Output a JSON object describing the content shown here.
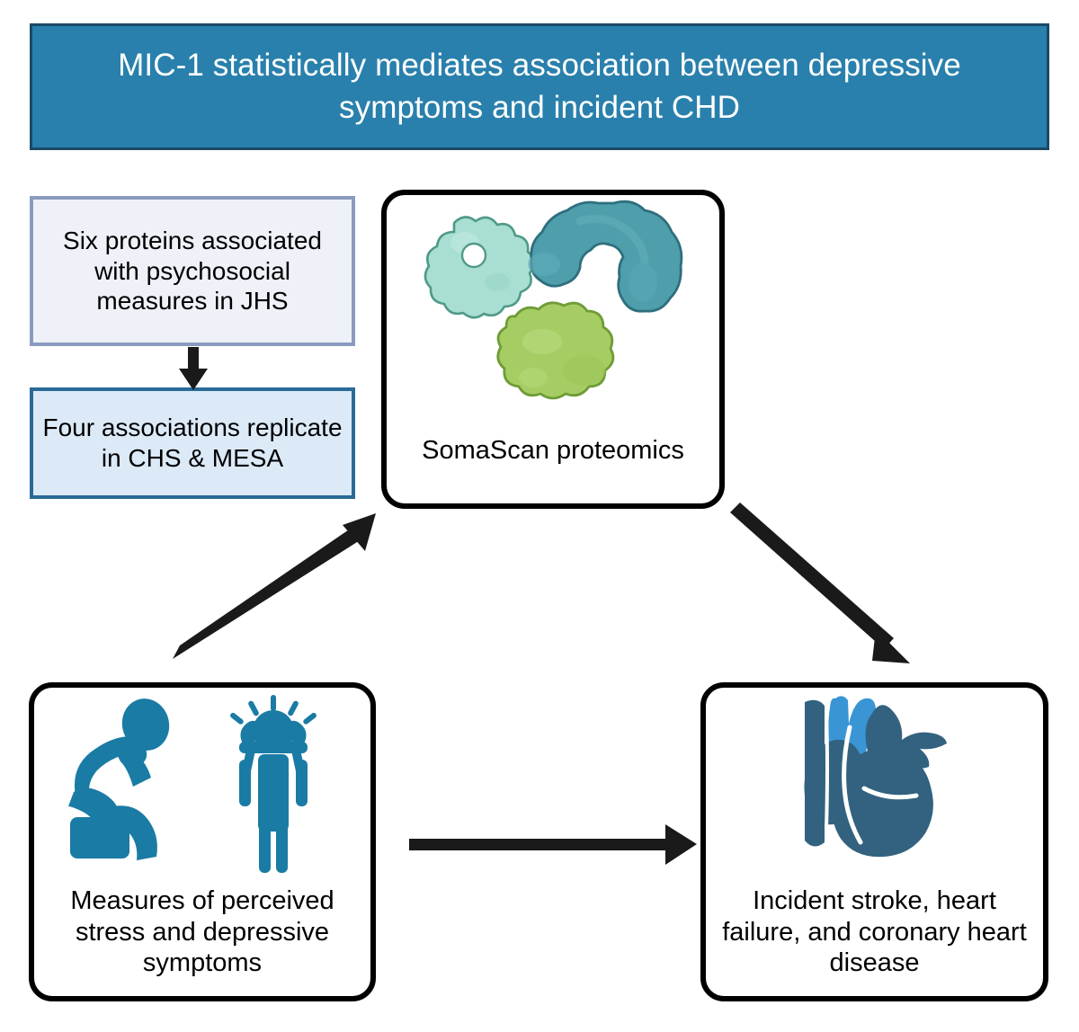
{
  "header": {
    "title": "MIC-1 statistically mediates association between depressive symptoms and incident CHD",
    "background_color": "#2980ac",
    "border_color": "#1b4a66",
    "text_color": "#ffffff"
  },
  "boxes": {
    "six_proteins": {
      "text": "Six proteins associated with psychosocial measures in JHS",
      "fill_color": "#eef1f8",
      "border_color": "#8a9bc0"
    },
    "four_associations": {
      "text": "Four associations replicate in CHS & MESA",
      "fill_color": "#dceaf7",
      "border_color": "#2a6a96"
    },
    "somascan": {
      "caption": "SomaScan proteomics",
      "fill_color": "#ffffff",
      "border_color": "#000000"
    },
    "stress": {
      "caption": "Measures of perceived stress and depressive symptoms",
      "fill_color": "#ffffff",
      "border_color": "#000000"
    },
    "outcomes": {
      "caption": "Incident stroke, heart failure, and coronary heart disease",
      "fill_color": "#ffffff",
      "border_color": "#000000"
    }
  },
  "icons": {
    "protein_ring": {
      "name": "protein-ring-icon",
      "color": "#a5ded2",
      "stroke": "#4f9a87"
    },
    "protein_crescent": {
      "name": "protein-crescent-icon",
      "color": "#4e9eac",
      "stroke": "#2f6f7d"
    },
    "protein_blob": {
      "name": "protein-blob-icon",
      "color": "#a6cd63",
      "stroke": "#6f9c37"
    },
    "person_depressed": {
      "name": "depressed-person-icon",
      "color": "#1a7ba4"
    },
    "person_stressed": {
      "name": "stressed-person-icon",
      "color": "#1a7ba4"
    },
    "heart": {
      "name": "anatomical-heart-icon",
      "color_dark": "#32627f",
      "color_light": "#3a95d4"
    }
  },
  "arrows": {
    "six_to_four": {
      "name": "arrow-six-to-four",
      "direction": "down",
      "color": "#1a1a1a"
    },
    "stress_to_somascan": {
      "name": "arrow-stress-to-somascan",
      "direction": "up-right",
      "color": "#1a1a1a"
    },
    "somascan_to_outcomes": {
      "name": "arrow-somascan-to-outcomes",
      "direction": "down-right",
      "color": "#1a1a1a"
    },
    "stress_to_outcomes": {
      "name": "arrow-stress-to-outcomes",
      "direction": "right",
      "color": "#1a1a1a"
    }
  }
}
